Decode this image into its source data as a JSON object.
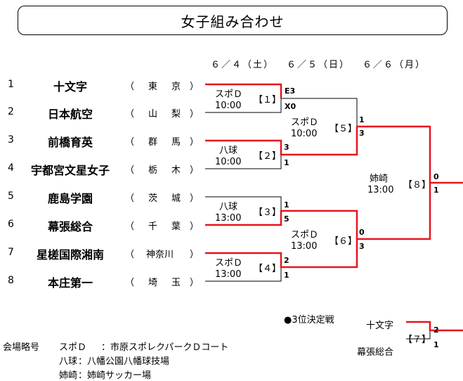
{
  "title": "女子組み合わせ",
  "dates": [
    "６／４（土）",
    "６／５（日）",
    "６／６（月）"
  ],
  "teams": [
    {
      "num": "1",
      "name": "十文字",
      "pref": [
        "東",
        "京"
      ]
    },
    {
      "num": "2",
      "name": "日本航空",
      "pref": [
        "山",
        "梨"
      ]
    },
    {
      "num": "3",
      "name": "前橋育英",
      "pref": [
        "群",
        "馬"
      ]
    },
    {
      "num": "4",
      "name": "宇都宮文星女子",
      "pref": [
        "栃",
        "木"
      ]
    },
    {
      "num": "5",
      "name": "鹿島学園",
      "pref": [
        "茨",
        "城"
      ]
    },
    {
      "num": "6",
      "name": "幕張総合",
      "pref": [
        "千",
        "葉"
      ]
    },
    {
      "num": "7",
      "name": "星槎国際湘南",
      "pref": [
        "神奈川"
      ]
    },
    {
      "num": "8",
      "name": "本庄第一",
      "pref": [
        "埼",
        "玉"
      ]
    }
  ],
  "paren_open": "（",
  "paren_close": "）",
  "matches": [
    {
      "label": "【１】",
      "venue": "スポＤ",
      "time": "10:00",
      "scores": [
        "E3",
        "X0"
      ]
    },
    {
      "label": "【２】",
      "venue": "八球",
      "time": "10:00",
      "scores": [
        "3",
        "1"
      ]
    },
    {
      "label": "【３】",
      "venue": "八球",
      "time": "13:00",
      "scores": [
        "1",
        "5"
      ]
    },
    {
      "label": "【４】",
      "venue": "スポＤ",
      "time": "13:00",
      "scores": [
        "2",
        "1"
      ]
    },
    {
      "label": "【５】",
      "venue": "スポＤ",
      "time": "10:00",
      "scores": [
        "1",
        "3"
      ]
    },
    {
      "label": "【６】",
      "venue": "スポＤ",
      "time": "13:00",
      "scores": [
        "0",
        "3"
      ]
    },
    {
      "label": "【８】",
      "venue": "姉崎",
      "time": "13:00",
      "scores": [
        "0",
        "1"
      ]
    },
    {
      "label": "【７】",
      "scores": [
        "2",
        "1"
      ]
    }
  ],
  "third_place": {
    "heading": "●3位決定戦",
    "teams": [
      "十文字",
      "幕張総合"
    ]
  },
  "legend": {
    "heading": "会場略号",
    "rows": [
      [
        "スポＤ",
        "：市原スポレクパークＤコート"
      ],
      [
        "八球",
        "：八幡公園八幡球技場"
      ],
      [
        "姉崎",
        "：姉崎サッカー場"
      ]
    ]
  },
  "colors": {
    "win": "#e8141c",
    "line": "#000000"
  }
}
